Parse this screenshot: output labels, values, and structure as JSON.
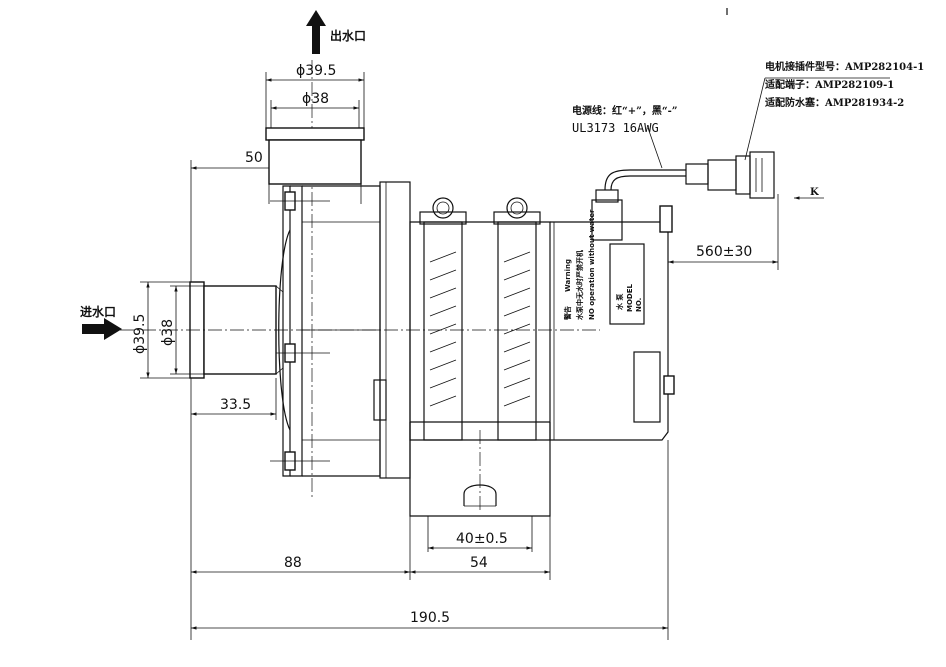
{
  "labels": {
    "outlet": "出水口",
    "inlet": "进水口",
    "connector_model": "电机接插件型号：AMP282104-1",
    "terminal": "适配端子：AMP282109-1",
    "seal": "适配防水塞：AMP281934-2",
    "power_line": "电源线：红“+”，黑“-”",
    "cable_spec": "UL3173 16AWG",
    "view_k": "K"
  },
  "dimensions": {
    "outlet_outer_dia": "ϕ39.5",
    "outlet_inner_dia": "ϕ38",
    "outlet_offset": "50",
    "inlet_outer_dia": "ϕ39.5",
    "inlet_inner_dia": "ϕ38",
    "inlet_length": "33.5",
    "cable_length": "560±30",
    "hole_spacing": "40±0.5",
    "bracket_width": "54",
    "left_to_bracket": "88",
    "overall_length": "190.5"
  },
  "body_labels": {
    "warning_cn": "警告",
    "warning_en": "Warning",
    "warning_line_cn": "水泵中无水时严禁开机",
    "warning_line_en": "NO operation without water",
    "nameplate_title": "水 泵",
    "nameplate_model": "MODEL",
    "nameplate_no": "NO."
  },
  "colors": {
    "line": "#111111",
    "background": "#ffffff"
  }
}
